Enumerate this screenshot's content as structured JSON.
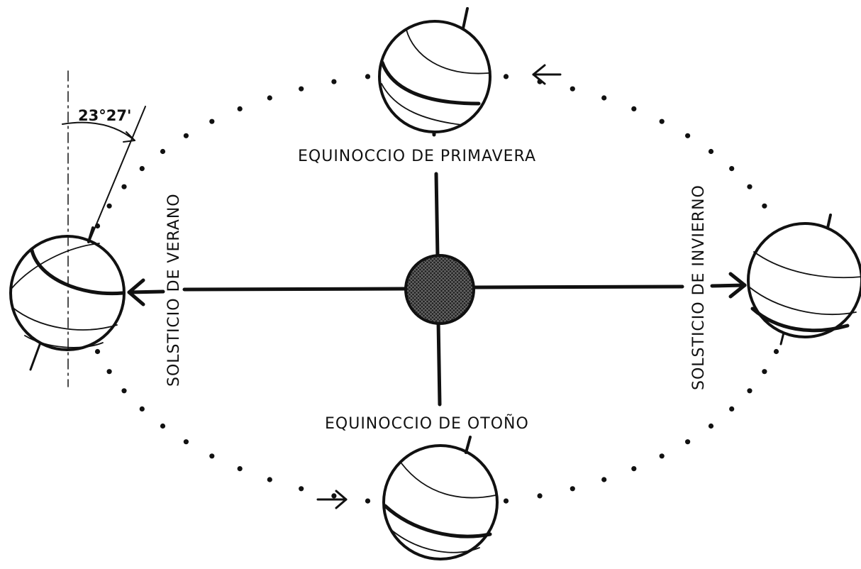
{
  "labels": {
    "spring_equinox": "EQUINOCCIO DE PRIMAVERA",
    "autumn_equinox": "EQUINOCCIO DE OTOÑO",
    "summer_solstice": "SOLSTICIO DE VERANO",
    "winter_solstice": "SOLSTICIO DE INVIERNO",
    "tilt_angle": "23°27'"
  },
  "diagram": {
    "center_body": "sun",
    "orbit_style": "dotted",
    "orbit_direction": "counter-clockwise",
    "earth_positions": [
      "spring-equinox",
      "summer-solstice",
      "autumn-equinox",
      "winter-solstice"
    ],
    "icons": [
      "sun-icon",
      "earth-globe-icon",
      "arrow-icon"
    ]
  }
}
